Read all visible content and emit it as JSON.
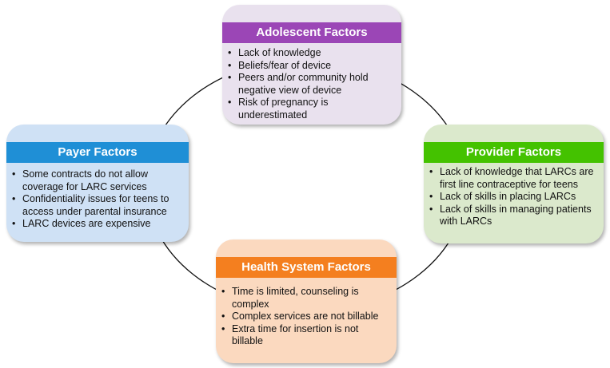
{
  "colors": {
    "adolescent": "#9b46b6",
    "payer": "#1f8fd6",
    "provider": "#44c200",
    "health": "#f47f1f"
  },
  "boxes": {
    "adolescent": {
      "title": "Adolescent Factors",
      "items": [
        "Lack of knowledge",
        "Beliefs/fear of device",
        "Peers and/or community hold negative view of device",
        "Risk of pregnancy is underestimated"
      ]
    },
    "payer": {
      "title": "Payer Factors",
      "items": [
        "Some contracts do not allow coverage for LARC services",
        "Confidentiality issues for teens to access under parental insurance",
        "LARC devices are expensive"
      ]
    },
    "provider": {
      "title": "Provider Factors",
      "items": [
        "Lack of knowledge that LARCs are first line contraceptive for teens",
        "Lack of skills in placing LARCs",
        "Lack of skills in managing patients with LARCs"
      ]
    },
    "health": {
      "title": "Health System Factors",
      "items": [
        "Time is limited, counseling is complex",
        "Complex services are not billable",
        "Extra time for insertion is not billable"
      ]
    }
  }
}
